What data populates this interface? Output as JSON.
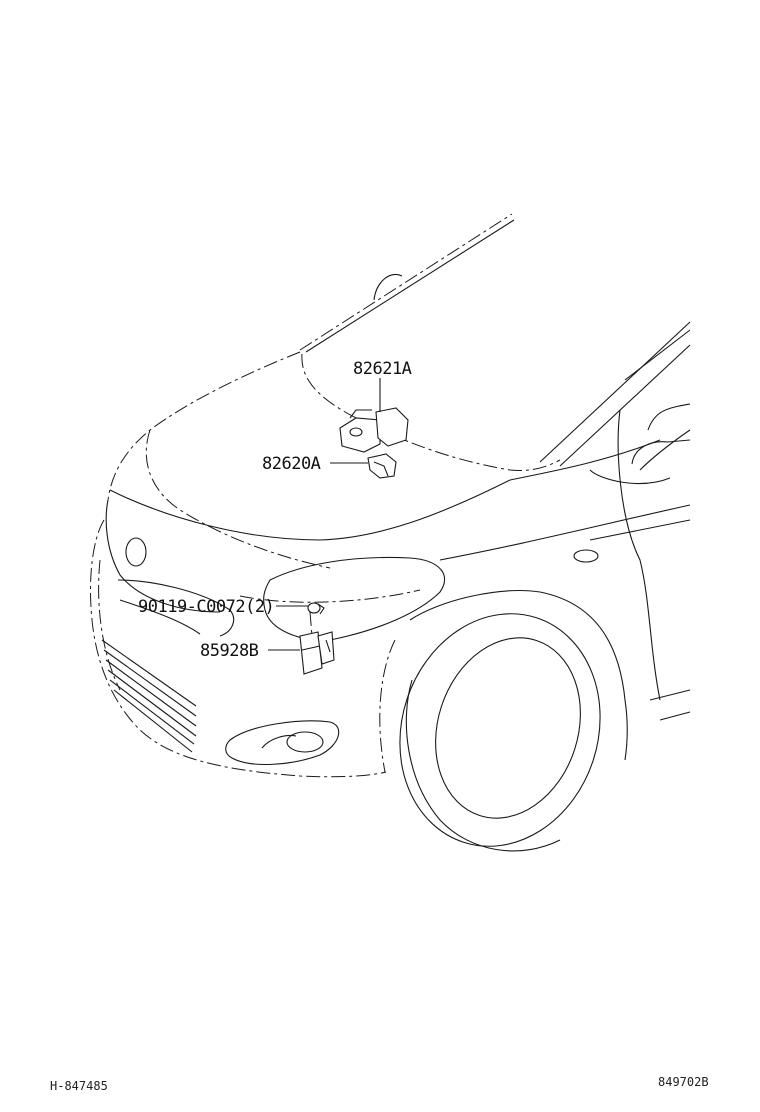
{
  "parts": [
    {
      "id": "part-82621a",
      "label": "82621A"
    },
    {
      "id": "part-82620a",
      "label": "82620A"
    },
    {
      "id": "part-90119",
      "label": "90119-C0072(2)"
    },
    {
      "id": "part-85928b",
      "label": "85928B"
    }
  ],
  "footer": {
    "left_code": "H-847485",
    "right_code": "849702B"
  }
}
